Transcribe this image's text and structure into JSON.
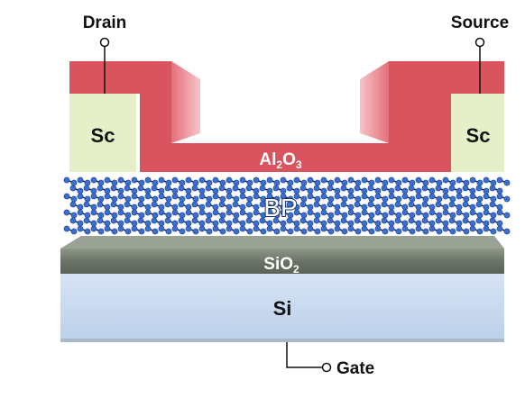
{
  "terminals": {
    "drain": "Drain",
    "source": "Source",
    "gate": "Gate"
  },
  "layers": {
    "contact_left": "Sc",
    "contact_right": "Sc",
    "dielectric": {
      "main": "Al",
      "sub1": "2",
      "mid": "O",
      "sub2": "3"
    },
    "channel": "BP",
    "oxide": {
      "main": "SiO",
      "sub": "2"
    },
    "substrate": "Si"
  },
  "colors": {
    "dielectric": "#d9545e",
    "dielectric_side": "#f2a9ae",
    "contact": "#e6f0c8",
    "oxide": "#6f786b",
    "substrate": "#c9daf0",
    "bp_atom": "#3a6fd1",
    "bp_bond": "#1c2a48",
    "label_dark": "#111111",
    "label_light": "#ffffff"
  }
}
